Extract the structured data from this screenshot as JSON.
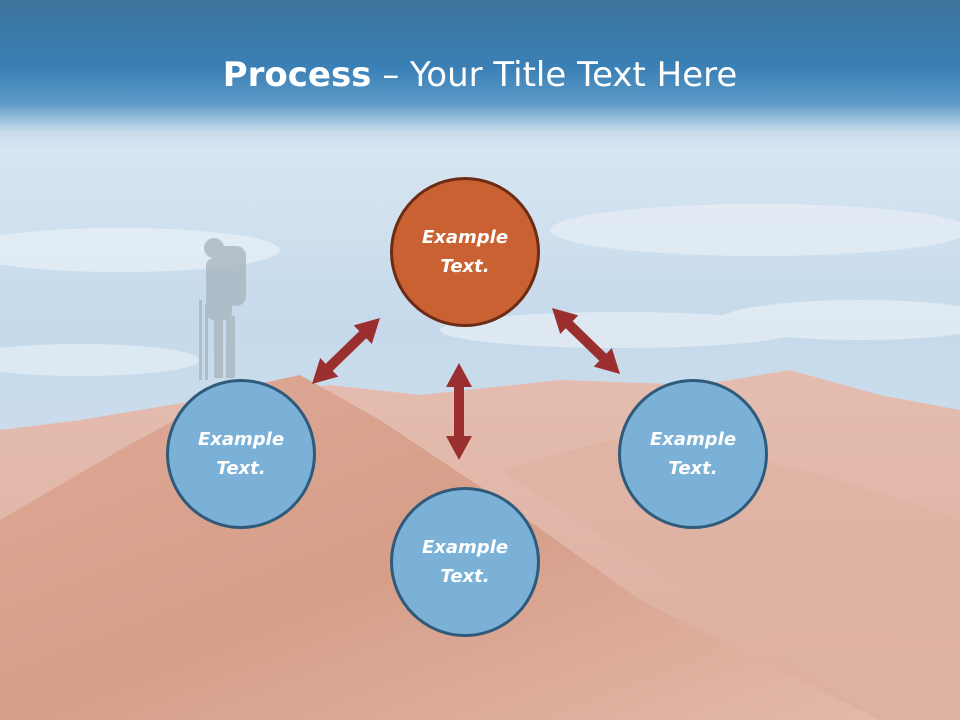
{
  "slide": {
    "title_bold": "Process",
    "title_rest": " – Your Title Text Here"
  },
  "diagram": {
    "nodes": [
      {
        "id": "top",
        "line1": "Example",
        "line2": "Text.",
        "fill": "#c96133",
        "border": "#6b2b14"
      },
      {
        "id": "left",
        "line1": "Example",
        "line2": "Text.",
        "fill": "#7bb1d7",
        "border": "#2f5a7a"
      },
      {
        "id": "bottom",
        "line1": "Example",
        "line2": "Text.",
        "fill": "#7bb1d7",
        "border": "#2f5a7a"
      },
      {
        "id": "right",
        "line1": "Example",
        "line2": "Text.",
        "fill": "#7bb1d7",
        "border": "#2f5a7a"
      }
    ],
    "arrow_color": "#9b2f2f"
  },
  "background": {
    "sky_color": "#c9dcec",
    "dune_color": "#d8a08c"
  }
}
